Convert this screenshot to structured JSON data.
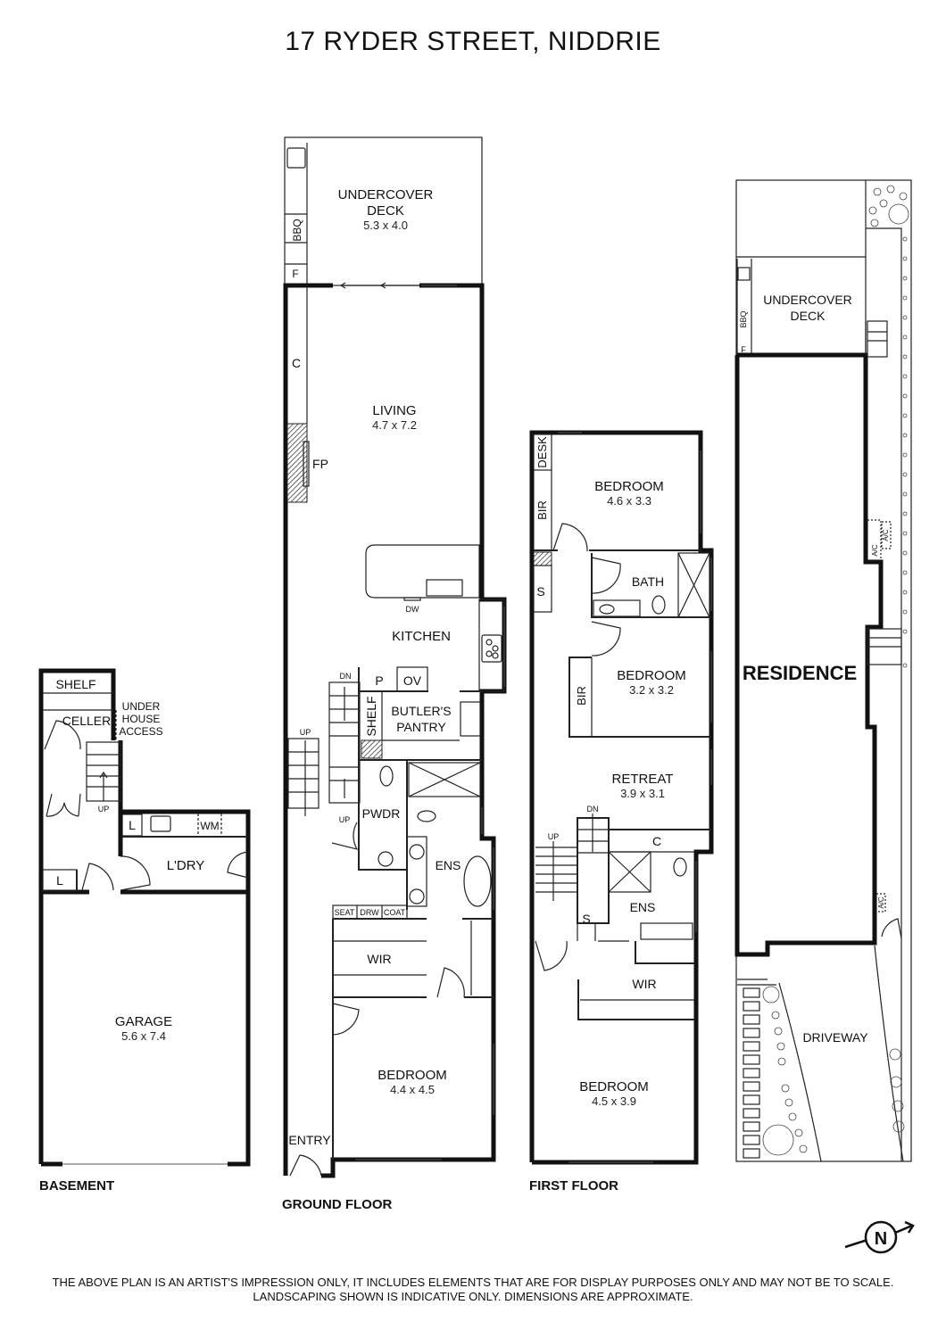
{
  "title": "17 RYDER STREET, NIDDRIE",
  "disclaimer": {
    "line1": "THE ABOVE PLAN IS AN ARTIST'S IMPRESSION ONLY, IT INCLUDES ELEMENTS THAT ARE FOR DISPLAY PURPOSES ONLY AND MAY NOT BE TO SCALE.",
    "line2": "LANDSCAPING SHOWN IS INDICATIVE ONLY. DIMENSIONS ARE APPROXIMATE."
  },
  "compass": {
    "label": "N",
    "icon": "north-arrow-icon"
  },
  "basement": {
    "floor_label": "BASEMENT",
    "rooms": {
      "shelf": "SHELF",
      "celler": "CELLER",
      "under_house_access": [
        "UNDER",
        "HOUSE",
        "ACCESS"
      ],
      "stairs_up": "UP",
      "linen1": "L",
      "linen2": "L",
      "wm": "WM",
      "laundry": "L'DRY",
      "garage": {
        "name": "GARAGE",
        "dim": "5.6 x 7.4"
      }
    }
  },
  "ground_floor": {
    "floor_label": "GROUND FLOOR",
    "rooms": {
      "undercover_deck": {
        "name": [
          "UNDERCOVER",
          "DECK"
        ],
        "dim": "5.3 x 4.0"
      },
      "bbq": "BBQ",
      "f": "F",
      "c": "C",
      "living": {
        "name": "LIVING",
        "dim": "4.7 x 7.2"
      },
      "fp": "FP",
      "dw": "DW",
      "kitchen": "KITCHEN",
      "dn": "DN",
      "p": "P",
      "ov": "OV",
      "shelf": "SHELF",
      "butlers_pantry": [
        "BUTLER'S",
        "PANTRY"
      ],
      "up1": "UP",
      "up2": "UP",
      "pwdr": "PWDR",
      "ens": "ENS",
      "seat": "SEAT",
      "drw": "DRW",
      "coat": "COAT",
      "wir": "WIR",
      "bedroom": {
        "name": "BEDROOM",
        "dim": "4.4 x 4.5"
      },
      "entry": "ENTRY"
    }
  },
  "first_floor": {
    "floor_label": "FIRST FLOOR",
    "rooms": {
      "desk": "DESK",
      "bir1": "BIR",
      "bedroom1": {
        "name": "BEDROOM",
        "dim": "4.6 x 3.3"
      },
      "s1": "S",
      "bath": "BATH",
      "bir2": "BIR",
      "bedroom2": {
        "name": "BEDROOM",
        "dim": "3.2 x 3.2"
      },
      "retreat": {
        "name": "RETREAT",
        "dim": "3.9 x 3.1"
      },
      "dn": "DN",
      "up": "UP",
      "c": "C",
      "ens": "ENS",
      "s2": "S",
      "wir": "WIR",
      "bedroom3": {
        "name": "BEDROOM",
        "dim": "4.5 x 3.9"
      }
    }
  },
  "site_plan": {
    "residence": "RESIDENCE",
    "undercover_deck": [
      "UNDERCOVER",
      "DECK"
    ],
    "bbq": "BBQ",
    "f": "F",
    "ac1": "A/C",
    "ac2": "A/C",
    "ac3": "A/C",
    "driveway": "DRIVEWAY"
  }
}
